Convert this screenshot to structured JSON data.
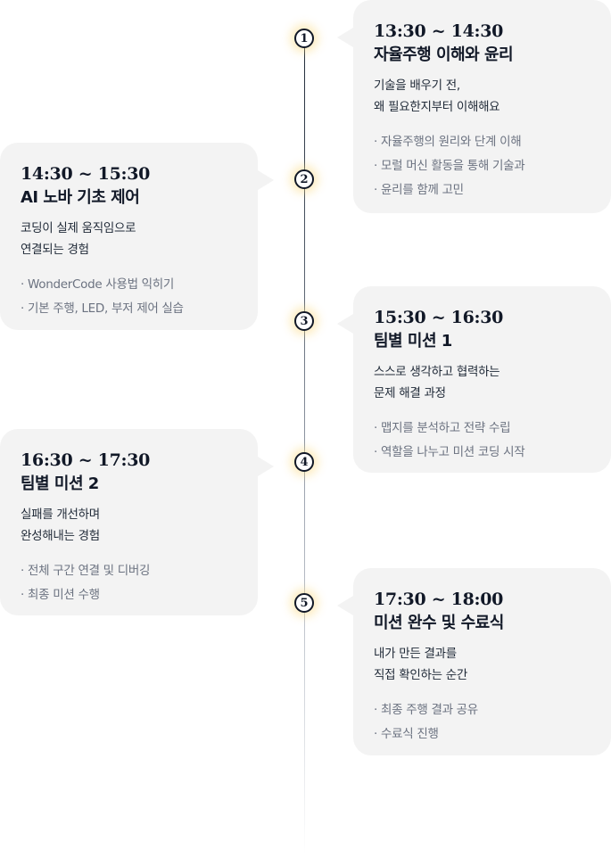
{
  "sessions": [
    {
      "number": "1",
      "time": "13:30 ~ 14:30",
      "title": "자율주행 이해와 윤리",
      "desc": [
        "기술을 배우기 전,",
        "왜 필요한지부터 이해해요"
      ],
      "bullets": [
        "· 자율주행의 원리와 단계 이해",
        "· 모럴 머신 활동을 통해 기술과",
        "· 윤리를 함께 고민"
      ]
    },
    {
      "number": "2",
      "time": "14:30 ~ 15:30",
      "title": "AI 노바 기초 제어",
      "desc": [
        "코딩이 실제 움직임으로",
        "연결되는 경험"
      ],
      "bullets": [
        "· WonderCode 사용법 익히기",
        "· 기본 주행, LED, 부저 제어 실습"
      ]
    },
    {
      "number": "3",
      "time": "15:30 ~ 16:30",
      "title": "팀별 미션 1",
      "desc": [
        "스스로 생각하고 협력하는",
        "문제 해결 과정"
      ],
      "bullets": [
        "· 맵지를 분석하고 전략 수립",
        "· 역할을 나누고 미션 코딩 시작"
      ]
    },
    {
      "number": "4",
      "time": "16:30 ~ 17:30",
      "title": "팀별 미션 2",
      "desc": [
        "실패를 개선하며",
        "완성해내는 경험"
      ],
      "bullets": [
        "· 전체 구간 연결 및 디버깅",
        "· 최종 미션 수행"
      ]
    },
    {
      "number": "5",
      "time": "17:30 ~ 18:00",
      "title": "미션 완수 및 수료식",
      "desc": [
        "내가 만든 결과를",
        "직접 확인하는 순간"
      ],
      "bullets": [
        "· 최종 주행 결과 공유",
        "· 수료식 진행"
      ]
    }
  ],
  "colors": {
    "card_bg": "#f3f3f3",
    "text_primary": "#111827",
    "text_secondary": "#6b7280",
    "marker_glow": "#fad678"
  }
}
